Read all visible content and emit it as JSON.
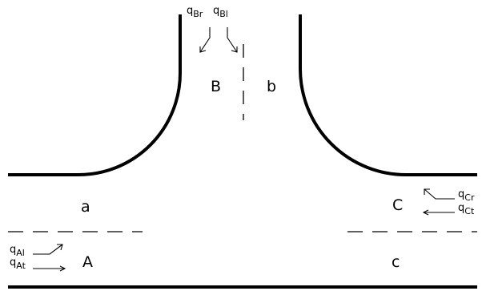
{
  "diagram": {
    "approaches": [
      {
        "key": "A",
        "label": "A"
      },
      {
        "key": "B",
        "label": "B"
      },
      {
        "key": "C",
        "label": "C"
      }
    ],
    "exits": [
      {
        "key": "a",
        "label": "a"
      },
      {
        "key": "b",
        "label": "b"
      },
      {
        "key": "c",
        "label": "c"
      }
    ],
    "flows": [
      {
        "key": "qBr",
        "symbol": "q",
        "sub": "Br",
        "movement": "right turn from B"
      },
      {
        "key": "qBl",
        "symbol": "q",
        "sub": "Bl",
        "movement": "left turn from B"
      },
      {
        "key": "qAl",
        "symbol": "q",
        "sub": "Al",
        "movement": "left turn from A"
      },
      {
        "key": "qAt",
        "symbol": "q",
        "sub": "At",
        "movement": "through from A"
      },
      {
        "key": "qCr",
        "symbol": "q",
        "sub": "Cr",
        "movement": "right turn from C"
      },
      {
        "key": "qCt",
        "symbol": "q",
        "sub": "Ct",
        "movement": "through from C"
      }
    ]
  },
  "colors": {
    "line": "#000000",
    "background": "#ffffff"
  }
}
